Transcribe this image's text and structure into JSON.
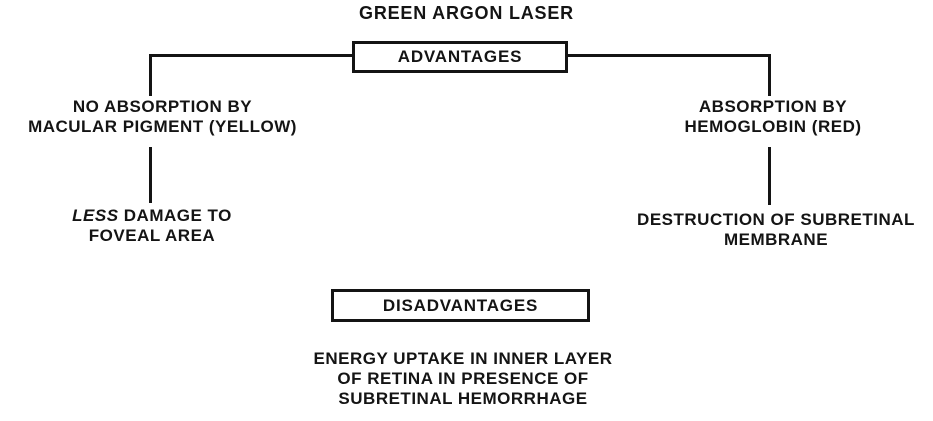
{
  "title": "GREEN ARGON LASER",
  "advantages": {
    "label": "ADVANTAGES",
    "left_branch": {
      "cause_line1": "NO ABSORPTION BY",
      "cause_line2": "MACULAR PIGMENT (YELLOW)",
      "effect_italic": "LESS",
      "effect_line1_rest": "DAMAGE TO",
      "effect_line2": "FOVEAL AREA"
    },
    "right_branch": {
      "cause_line1": "ABSORPTION BY",
      "cause_line2": "HEMOGLOBIN (RED)",
      "effect_line1": "DESTRUCTION OF SUBRETINAL",
      "effect_line2": "MEMBRANE"
    }
  },
  "disadvantages": {
    "label": "DISADVANTAGES",
    "text_line1": "ENERGY UPTAKE IN INNER LAYER",
    "text_line2": "OF RETINA IN PRESENCE OF",
    "text_line3": "SUBRETINAL HEMORRHAGE"
  },
  "colors": {
    "ink": "#141414",
    "background": "#ffffff"
  }
}
